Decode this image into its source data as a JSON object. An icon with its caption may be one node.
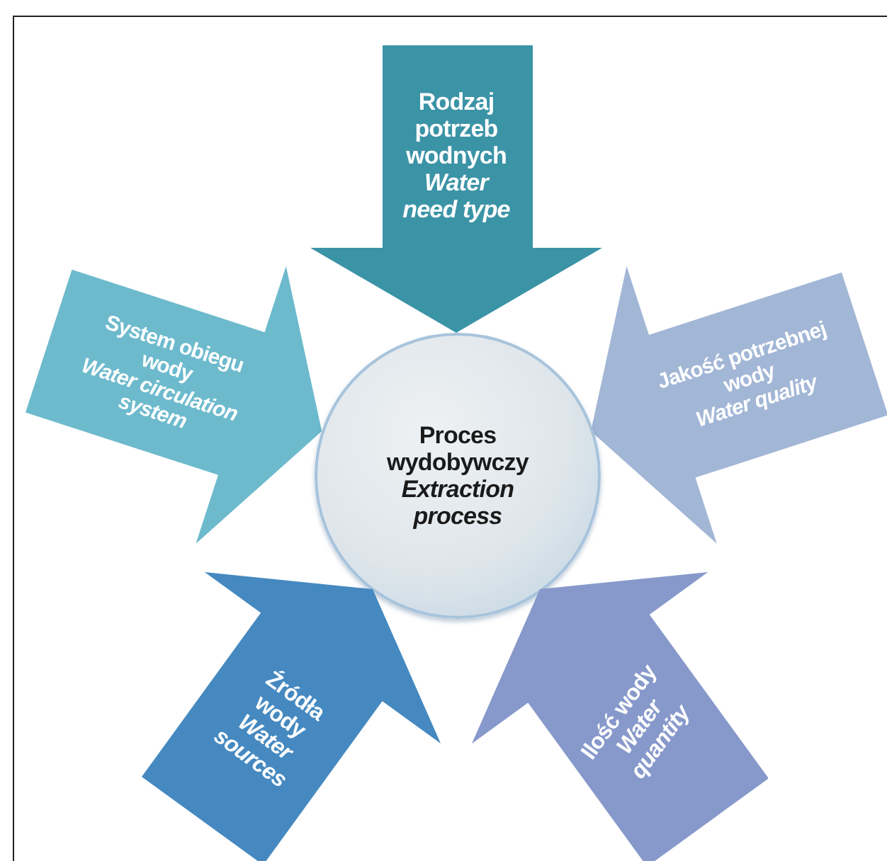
{
  "diagram": {
    "nodes": [
      {
        "text": [
          "Rodzaj potrzeb wodnych",
          "Water need type"
        ]
      },
      {
        "text": [
          "System obiegu wody",
          "Water circulation system"
        ]
      },
      {
        "text": [
          "Jakość potrzebnej wody",
          "Water quality"
        ]
      },
      {
        "text": [
          "Proces wydobywczy",
          "Extraction process"
        ]
      },
      {
        "text": [
          "Źródła wody",
          "Water sources"
        ]
      },
      {
        "text": [
          "Ilość wody",
          "Water quantity"
        ]
      }
    ]
  }
}
